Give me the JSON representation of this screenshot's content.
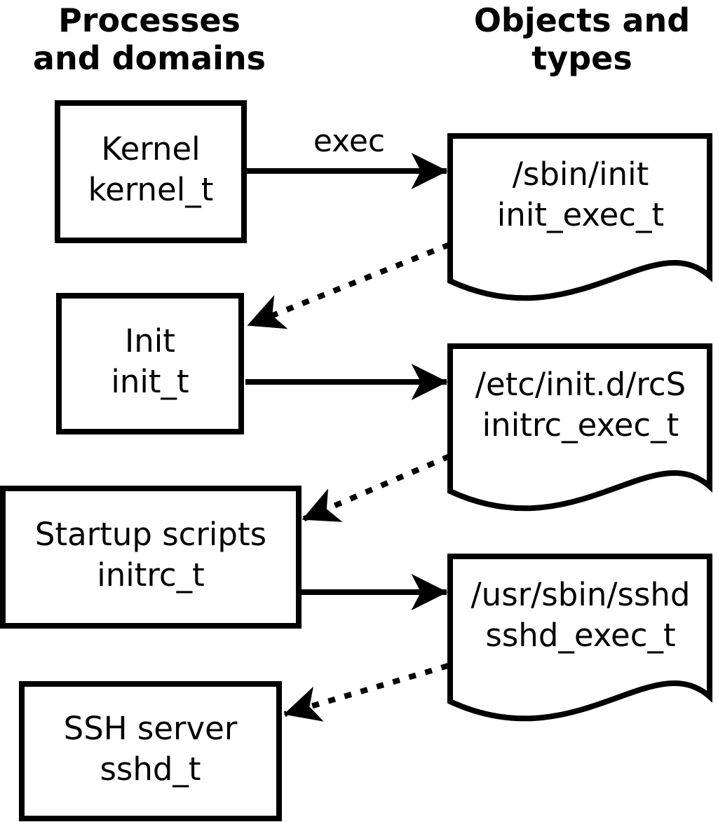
{
  "diagram": {
    "column_headers": {
      "processes": "Processes and domains",
      "objects": "Objects and types"
    },
    "process_nodes": [
      {
        "label": "Kernel",
        "type": "kernel_t"
      },
      {
        "label": "Init",
        "type": "init_t"
      },
      {
        "label": "Startup scripts",
        "type": "initrc_t"
      },
      {
        "label": "SSH server",
        "type": "sshd_t"
      }
    ],
    "object_nodes": [
      {
        "path": "/sbin/init",
        "type": "init_exec_t"
      },
      {
        "path": "/etc/init.d/rcS",
        "type": "initrc_exec_t"
      },
      {
        "path": "/usr/sbin/sshd",
        "type": "sshd_exec_t"
      }
    ],
    "edge_labels": {
      "exec": "exec"
    },
    "colors": {
      "stroke": "#000000",
      "fill": "#ffffff"
    }
  }
}
